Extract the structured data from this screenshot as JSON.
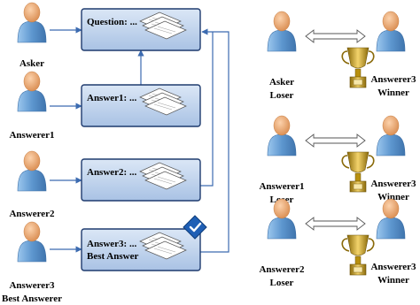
{
  "colors": {
    "box_fill": "#c9d9ef",
    "box_stroke": "#1f3b6e",
    "arrow": "#3c6bb0",
    "person_skin": "#f0b07f",
    "person_body": "#6aa3d8",
    "trophy": "#d4a017",
    "badge": "#1f5fb5"
  },
  "left_panel": {
    "people": [
      {
        "id": "asker",
        "name": "Asker",
        "role": ""
      },
      {
        "id": "answerer1",
        "name": "Answerer1",
        "role": ""
      },
      {
        "id": "answerer2",
        "name": "Answerer2",
        "role": ""
      },
      {
        "id": "answerer3",
        "name": "Answerer3",
        "role": "Best Answerer"
      }
    ],
    "boxes": [
      {
        "id": "question",
        "lines": [
          "Question: ..."
        ]
      },
      {
        "id": "answer1",
        "lines": [
          "Answer1: ..."
        ]
      },
      {
        "id": "answer2",
        "lines": [
          "Answer2: ..."
        ]
      },
      {
        "id": "answer3",
        "lines": [
          "Answer3: ...",
          "Best Answer"
        ],
        "badge": "check-badge-icon"
      }
    ]
  },
  "right_panel": {
    "pairs": [
      {
        "loser_name": "Asker",
        "loser_label": "Loser",
        "winner_name": "Answerer3",
        "winner_label": "Winner"
      },
      {
        "loser_name": "Answerer1",
        "loser_label": "Loser",
        "winner_name": "Answerer3",
        "winner_label": "Winner"
      },
      {
        "loser_name": "Answerer2",
        "loser_label": "Loser",
        "winner_name": "Answerer3",
        "winner_label": "Winner"
      }
    ]
  }
}
